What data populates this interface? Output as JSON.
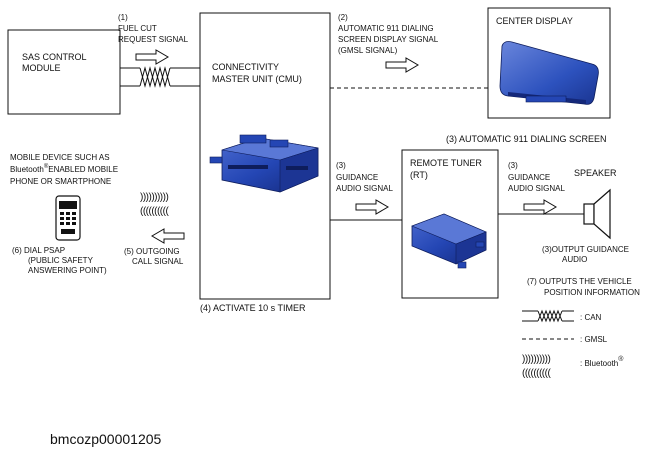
{
  "nodes": {
    "sas": {
      "line1": "SAS CONTROL",
      "line2": "MODULE"
    },
    "cmu": {
      "line1": "CONNECTIVITY",
      "line2": "MASTER UNIT (CMU)"
    },
    "center_display": {
      "title": "CENTER DISPLAY"
    },
    "remote_tuner": {
      "line1": "REMOTE TUNER",
      "line2": "(RT)"
    },
    "speaker": {
      "title": "SPEAKER"
    }
  },
  "labels": {
    "s1": [
      "(1)",
      "FUEL CUT",
      "REQUEST SIGNAL"
    ],
    "s2": [
      "(2)",
      "AUTOMATIC 911 DIALING",
      "SCREEN DISPLAY SIGNAL",
      "(GMSL SIGNAL)"
    ],
    "s3_screen": "(3)  AUTOMATIC 911 DIALING SCREEN",
    "s3_guidance_cmu": [
      "(3)",
      "GUIDANCE",
      "AUDIO SIGNAL"
    ],
    "s3_guidance_rt": [
      "(3)",
      "GUIDANCE",
      "AUDIO SIGNAL"
    ],
    "s3_output": [
      "(3)OUTPUT GUIDANCE",
      "AUDIO"
    ],
    "s4": "(4) ACTIVATE 10 s TIMER",
    "s5": [
      "(5) OUTGOING",
      "CALL SIGNAL"
    ],
    "s6": [
      "(6) DIAL PSAP",
      "(PUBLIC SAFETY",
      "ANSWERING POINT)"
    ],
    "s7": [
      "(7) OUTPUTS THE VEHICLE",
      "POSITION INFORMATION"
    ],
    "mobile": [
      "MOBILE DEVICE SUCH AS",
      "Bluetooth",
      "ENABLED MOBILE",
      "PHONE OR SMARTPHONE"
    ],
    "registered": "®"
  },
  "legend": {
    "can": ": CAN",
    "gmsl": ": GMSL",
    "bluetooth": ": Bluetooth",
    "registered": "®"
  },
  "bt_waves": {
    "upper": "))))))))))",
    "lower": "(((((((((("
  },
  "image_code": "bmcozp00001205",
  "colors": {
    "device_blue": "#2446b4",
    "device_dark": "#14287a",
    "line": "#111111"
  }
}
